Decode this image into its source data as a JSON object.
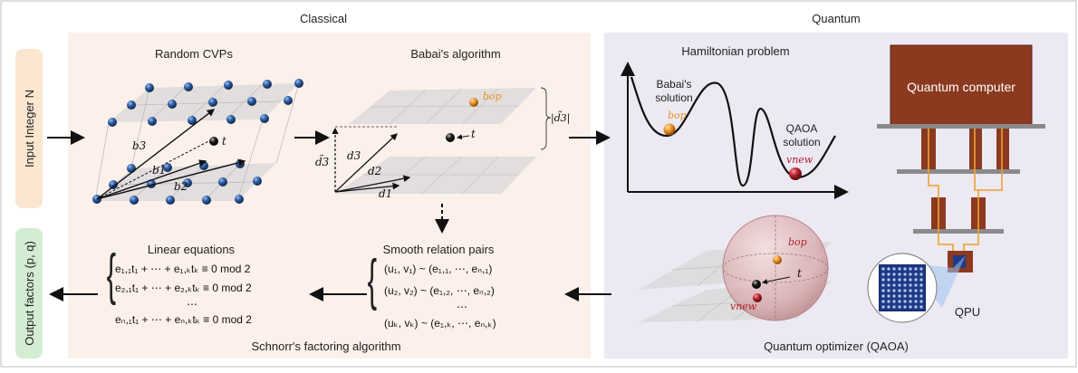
{
  "headers": {
    "classical": "Classical",
    "quantum": "Quantum"
  },
  "side_labels": {
    "input": "Input Integer N",
    "output": "Output factors (p, q)"
  },
  "panels": {
    "random_cvps": {
      "title": "Random CVPs",
      "vec_b1": "b1",
      "vec_b2": "b2",
      "vec_b3": "b3",
      "target": "t"
    },
    "babai": {
      "title": "Babai's algorithm",
      "bop": "bop",
      "target": "t",
      "d1": "d1",
      "d2": "d2",
      "d3": "d3",
      "d3_tilde": "d̃3",
      "d3_norm": "|d̃3|"
    },
    "hamiltonian": {
      "title": "Hamiltonian problem",
      "babai_solution_1": "Babai's",
      "babai_solution_2": "solution",
      "bop": "bop",
      "qaoa_solution_1": "QAOA",
      "qaoa_solution_2": "solution",
      "vnew": "vnew"
    },
    "quantum_computer": {
      "title": "Quantum computer",
      "qpu": "QPU"
    },
    "optimizer": {
      "caption": "Quantum optimizer (QAOA)",
      "bop": "bop",
      "target": "t",
      "vnew": "vnew"
    },
    "smooth_pairs": {
      "title": "Smooth relation pairs",
      "rows": [
        "(u₁, v₁) ~ (e₁,₁, ⋯, eₙ,₁)",
        "(u₂, v₂) ~ (e₁,₂, ⋯, eₙ,₂)",
        "⋯",
        "(uₖ, vₖ) ~ (e₁,ₖ, ⋯, eₙ,ₖ)"
      ]
    },
    "linear_eq": {
      "title": "Linear equations",
      "rows": [
        "e₁,₁t₁ + ⋯ + e₁,ₖtₖ ≡ 0  mod 2",
        "e₂,₁t₁ + ⋯ + e₂,ₖtₖ ≡ 0  mod 2",
        "⋯",
        "eₙ,₁t₁ + ⋯ + eₙ,ₖtₖ ≡ 0  mod 2"
      ]
    },
    "schnorr": {
      "caption": "Schnorr's factoring algorithm"
    }
  },
  "colors": {
    "classical_bg": "#fcf0ea",
    "quantum_bg": "#ece9f3",
    "input_tag": "#fbe6cf",
    "output_tag": "#d4ecd1",
    "lattice_ball": "#2e5fa8",
    "orange_ball": "#e8912b",
    "red_ball": "#b0202a",
    "qc_brown": "#8b3a1f",
    "wire": "#f0a030",
    "label_orange": "#e8912b",
    "label_red": "#b0202a"
  }
}
